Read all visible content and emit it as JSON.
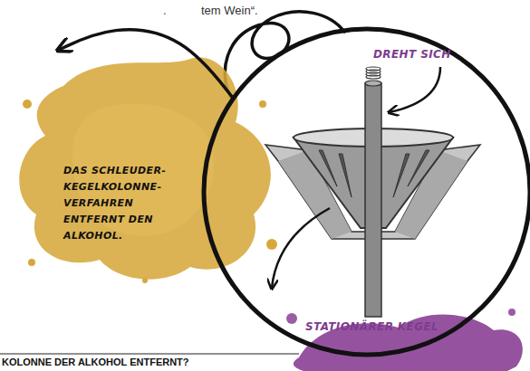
{
  "diagram": {
    "nodes": [
      {
        "text": [
          "DAS SCHLEUDER- KEGELKOLONNE- VERFAHREN ENTFERNT DEN ALKOHOL."
        ]
      },
      {
        "text": [
          "DREHT SICH",
          "STATIONÄRER KEGEL"
        ]
      }
    ],
    "edges": [
      {
        "from": 1,
        "to": 0,
        "arrow": "to"
      }
    ],
    "labels": [
      ".",
      "tem Wein“.",
      "KOLONNE DER ALKOHOL ENTFERNT?"
    ]
  }
}
